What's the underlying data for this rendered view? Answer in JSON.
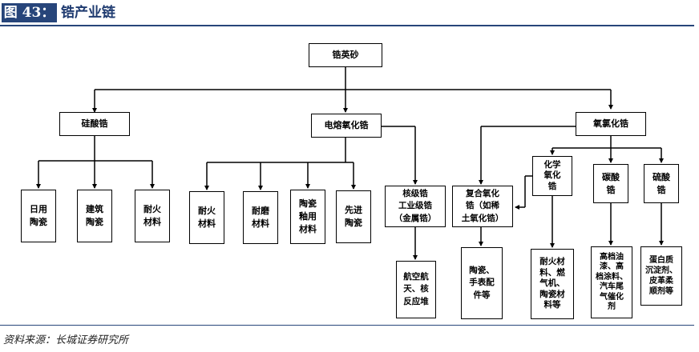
{
  "figure": {
    "label": "图 43：",
    "title": "锆产业链"
  },
  "nodes": {
    "zircon": "锆英砂",
    "zirconium_silicate": "硅酸锆",
    "fused_zirconia": "电熔氧化锆",
    "zirconium_oxychloride": "氧氯化锆",
    "daily_ceramics": "日用\n陶瓷",
    "building_ceramics": "建筑\n陶瓷",
    "refractory_1": "耐火\n材料",
    "refractory_2": "耐火\n材料",
    "wear_resistant": "耐磨\n材料",
    "ceramic_glaze": "陶瓷\n釉用\n材料",
    "advanced_ceramics": "先进\n陶瓷",
    "nuclear_zirconium": "核级锆\n工业级锆\n（金属锆）",
    "composite_zirconia": "复合氧化\n锆（如稀\n土氧化锆）",
    "chemical_zirconia": "化学\n氧化\n锆",
    "zirconium_carbonate": "碳酸\n锆",
    "zirconium_sulfate": "硫酸\n锆",
    "aerospace": "航空航\n天、核\n反应堆",
    "ceramics_watch": "陶瓷、\n手表配\n件等",
    "refractory_gas": "耐火材\n料、燃\n气机、\n陶瓷材\n料等",
    "coatings": "高档油\n漆、高\n档涂料、\n汽车尾\n气催化\n剂",
    "protein_tanning": "蛋白质\n沉淀剂、\n皮革柔\n顺剂等"
  },
  "source": "资料来源：长城证券研究所"
}
